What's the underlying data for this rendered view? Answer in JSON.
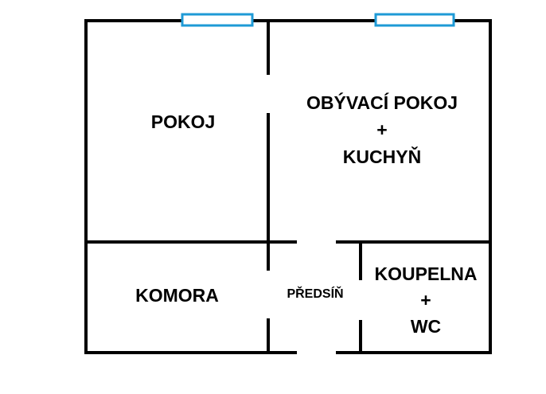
{
  "rooms": {
    "pokoj": {
      "label": "POKOJ"
    },
    "obyvaci": {
      "line1": "OBÝVACÍ POKOJ",
      "line2": "+",
      "line3": "KUCHYŇ"
    },
    "komora": {
      "label": "KOMORA"
    },
    "predsin": {
      "label": "PŘEDSÍŇ"
    },
    "koupelna": {
      "line1": "KOUPELNA",
      "line2": "+",
      "line3": "WC"
    }
  },
  "colors": {
    "wall": "#000000",
    "window": "#1e9ad6",
    "background": "#ffffff"
  }
}
